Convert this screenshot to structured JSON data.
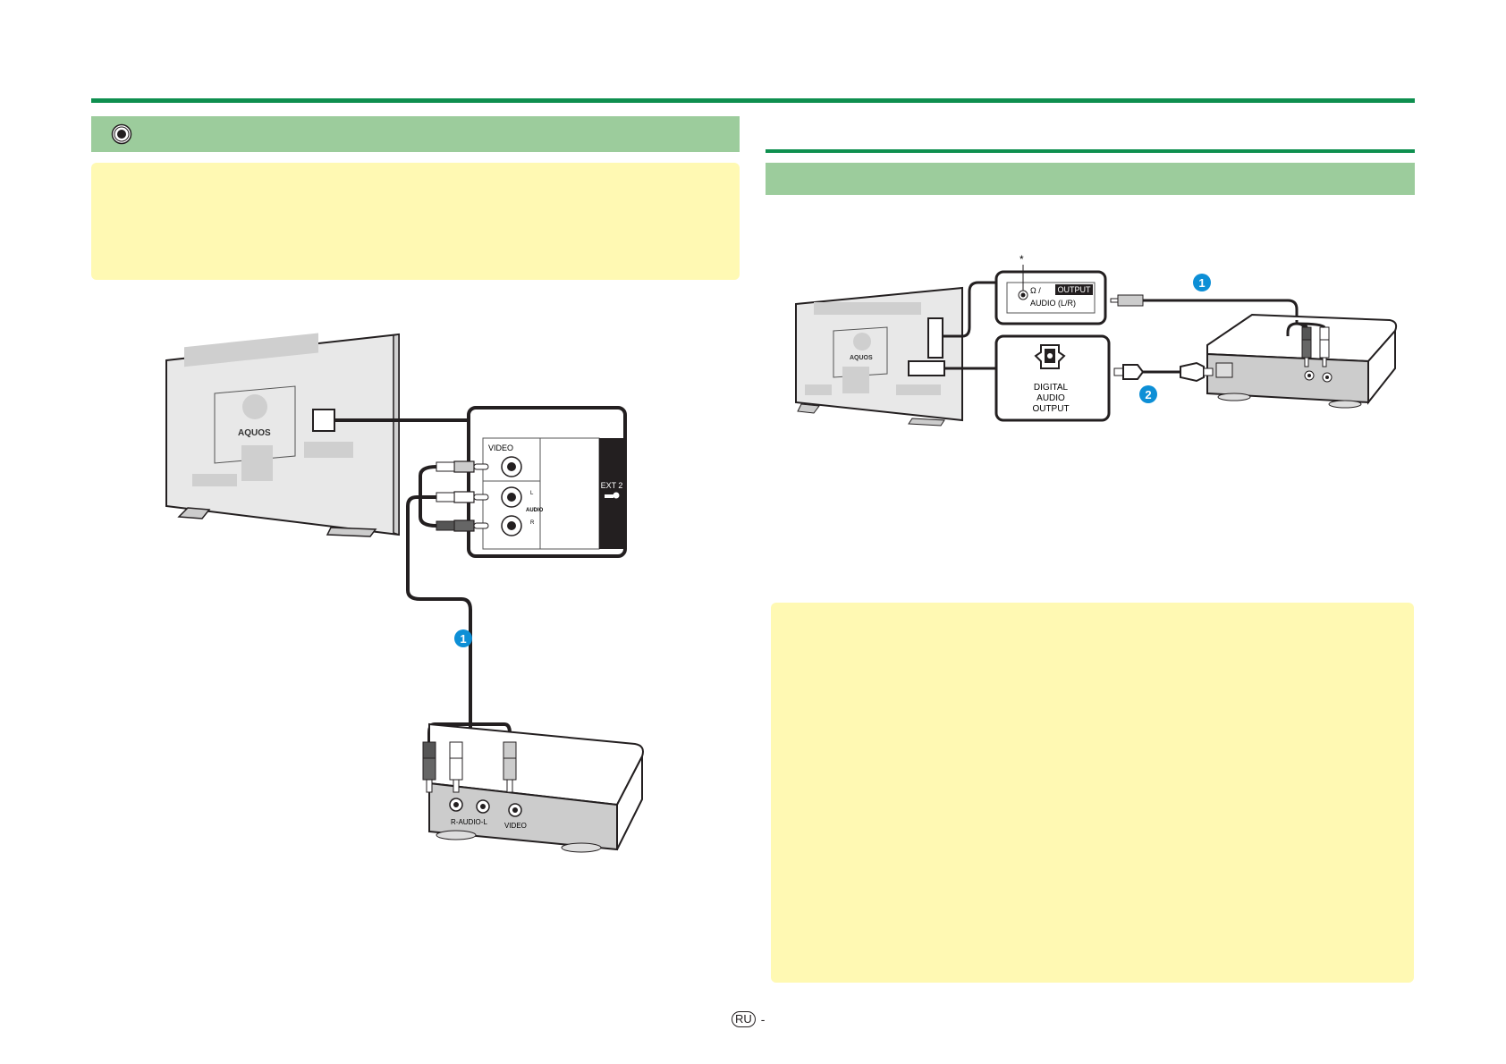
{
  "page": {
    "colors": {
      "rule": "#0e8f4f",
      "band": "#9ccc9c",
      "note": "#fff9b3",
      "badge": "#0d8fd6"
    },
    "footer": {
      "region_badge": "RU",
      "separator": "-"
    }
  },
  "left_section": {
    "header_icon": "rca-jack-icon",
    "diagram": {
      "tv_brand": "AQUOS",
      "panel_labels": {
        "video": "VIDEO",
        "audio_l": "L",
        "audio": "AUDIO",
        "audio_r": "R",
        "ext": "EXT 2"
      },
      "cable_badge": "1",
      "device_labels": {
        "audio": "R-AUDIO-L",
        "video": "VIDEO"
      }
    }
  },
  "right_section": {
    "diagram": {
      "tv_brand": "AQUOS",
      "asterisk": "*",
      "headphone_label": "Ω /",
      "output_badge": "OUTPUT",
      "audio_label": "AUDIO (L/R)",
      "digital_label_lines": [
        "DIGITAL",
        "AUDIO",
        "OUTPUT"
      ],
      "cable_badges": [
        "1",
        "2"
      ]
    }
  }
}
